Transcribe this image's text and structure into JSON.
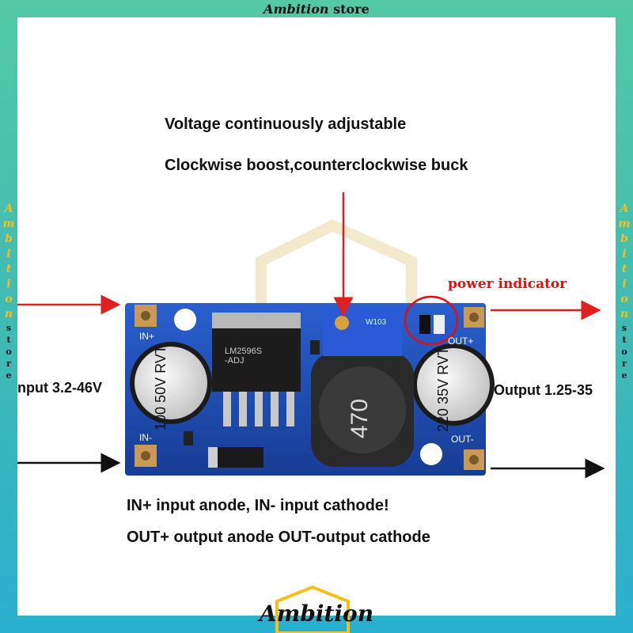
{
  "brand": {
    "top_name": "Ambition",
    "top_suffix": "store",
    "side_letters": [
      "A",
      "m",
      "b",
      "i",
      "t",
      "i",
      "o",
      "n"
    ],
    "side_suffix": [
      "s",
      "t",
      "o",
      "r",
      "e"
    ],
    "bottom_logo": "Ambition"
  },
  "annotations": {
    "line1": "Voltage continuously adjustable",
    "line2": "Clockwise boost,counterclockwise buck",
    "power_indicator": "power indicator",
    "input_label": "nput 3.2-46V",
    "output_label": "Output 1.25-35",
    "note1": "IN+ input anode, IN- input cathode!",
    "note2": "OUT+ output anode OUT-output cathode"
  },
  "board": {
    "in_plus": "IN+",
    "in_minus": "IN-",
    "out_plus": "OUT+",
    "out_minus": "OUT-",
    "cap_in": [
      "100",
      "50V",
      "RVT"
    ],
    "cap_out": [
      "220",
      "35V",
      "RVT"
    ],
    "chip": [
      "LM2596S",
      "-ADJ"
    ],
    "inductor": "470",
    "pot_code": "W103"
  },
  "colors": {
    "frame": "#3fb9b5",
    "pcb": "#1f4fb8",
    "arrow_red": "#e02020",
    "side_gold": "#f2c21b"
  }
}
